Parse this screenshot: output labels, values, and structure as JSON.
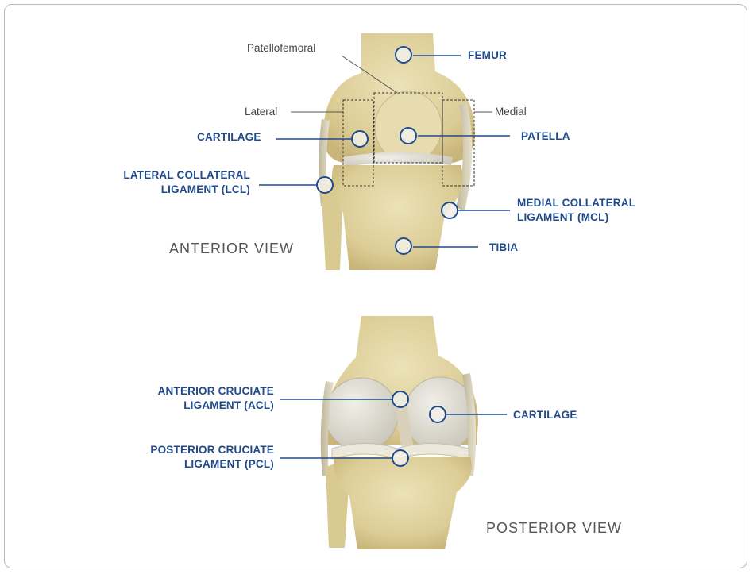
{
  "anterior": {
    "view_title": "ANTERIOR VIEW",
    "sublabels": {
      "patellofemoral": "Patellofemoral",
      "lateral": "Lateral",
      "medial": "Medial"
    },
    "labels": {
      "femur": "FEMUR",
      "cartilage": "CARTILAGE",
      "patella": "PATELLA",
      "lcl_line1": "LATERAL COLLATERAL",
      "lcl_line2": "LIGAMENT (LCL)",
      "mcl_line1": "MEDIAL COLLATERAL",
      "mcl_line2": "LIGAMENT (MCL)",
      "tibia": "TIBIA"
    }
  },
  "posterior": {
    "view_title": "POSTERIOR VIEW",
    "labels": {
      "acl_line1": "ANTERIOR CRUCIATE",
      "acl_line2": "LIGAMENT (ACL)",
      "pcl_line1": "POSTERIOR CRUCIATE",
      "pcl_line2": "LIGAMENT (PCL)",
      "cartilage": "CARTILAGE"
    }
  },
  "colors": {
    "label": "#1f4a8c",
    "bone": "#e2d6a6",
    "cartilage": "#dedbd2",
    "border": "#b9b9b9"
  }
}
